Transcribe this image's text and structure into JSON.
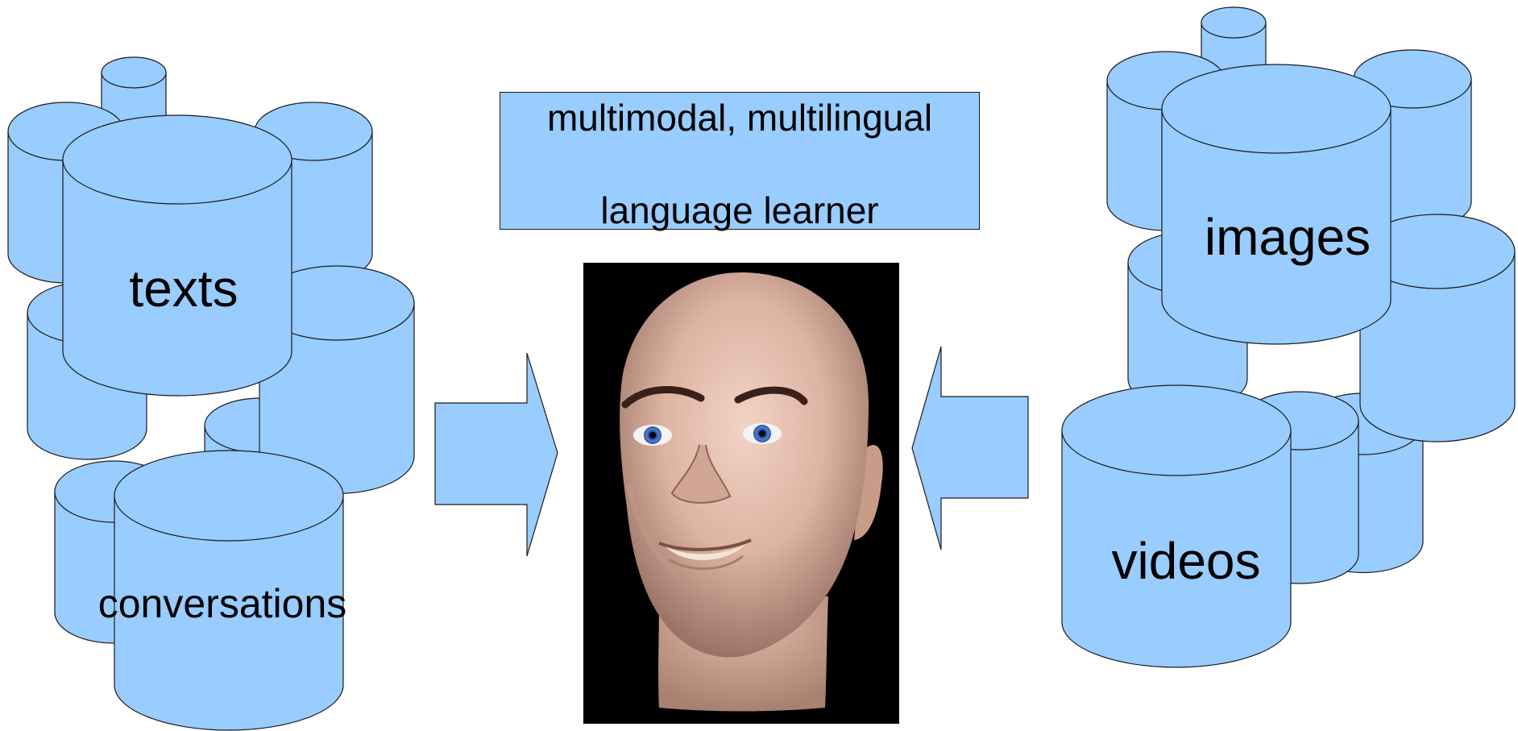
{
  "title": {
    "line1": "multimodal, multilingual",
    "line2": "language learner"
  },
  "sources_left": {
    "texts_label": "texts",
    "conversations_label": "conversations"
  },
  "sources_right": {
    "images_label": "images",
    "videos_label": "videos"
  },
  "colors": {
    "cylinder_fill": "#99ccff",
    "outline": "#1a1a1a",
    "head_background": "#000000"
  }
}
